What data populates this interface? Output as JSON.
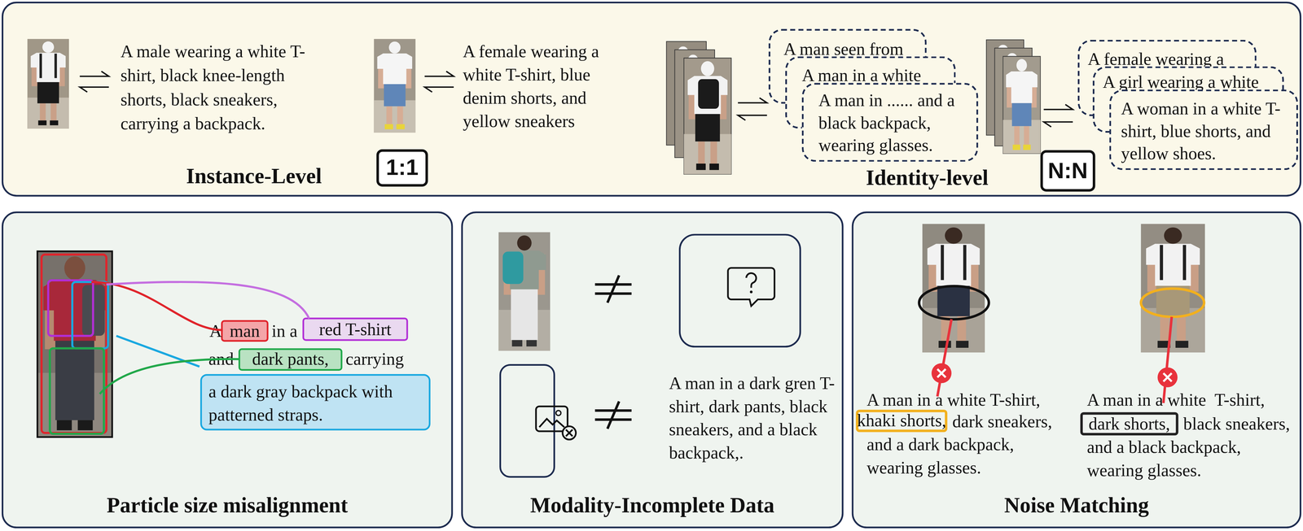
{
  "diagram": {
    "nodes": [
      {
        "text": [
          "Instance-Level",
          "Identity-level"
        ]
      },
      {
        "text": [
          "1:1"
        ],
        "in": 0
      },
      {
        "text": [
          "N:N"
        ],
        "in": 0
      },
      {
        "text": [
          "A man seen from"
        ],
        "in": 0
      },
      {
        "text": [
          "A man in a white"
        ],
        "in": 0
      },
      {
        "text": [
          "A man in ...... and a black backpack, wearing glasses."
        ],
        "in": 0
      },
      {
        "text": [
          "A female wearing a"
        ],
        "in": 0
      },
      {
        "text": [
          "A girl wearing a white"
        ],
        "in": 0
      },
      {
        "text": [
          "A woman in a white T-shirt, blue shorts, and yellow shoes."
        ],
        "in": 0
      },
      {
        "text": [
          "Particle size misalignment"
        ]
      },
      {
        "text": [
          "man"
        ],
        "in": 9
      },
      {
        "text": [
          "red T-shirt"
        ],
        "in": 9
      },
      {
        "text": [
          "dark pants,"
        ],
        "in": 9
      },
      {
        "text": [
          "a dark gray backpack with patterned straps."
        ],
        "in": 9
      },
      {
        "text": [
          "Modality-Incomplete Data"
        ]
      },
      {
        "text": [
          "Noise Matching"
        ]
      },
      {
        "text": [
          "khaki shorts,"
        ],
        "in": 15
      },
      {
        "text": [
          "dark shorts,"
        ],
        "in": 15
      }
    ],
    "labels": [
      "A male wearing a white T-shirt, black knee-length shorts, black sneakers, carrying a backpack.",
      "A female wearing a white T-shirt, blue denim shorts, and yellow sneakers",
      "A",
      "in a",
      "and",
      "carrying",
      "A man in a dark gren T-shirt, dark pants, black sneakers, and a black backpack,.",
      "A man in a white T-shirt,",
      "dark sneakers, and a dark backpack, wearing glasses.",
      "A man in a white  T-shirt,",
      "black sneakers, and a black backpack, wearing glasses."
    ]
  }
}
